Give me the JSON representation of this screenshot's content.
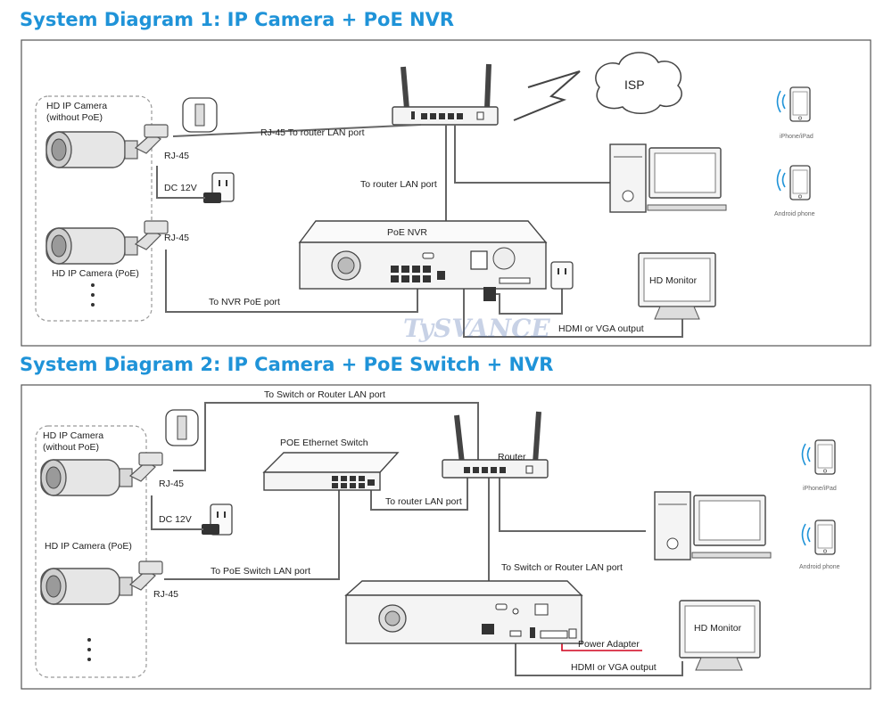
{
  "titles": {
    "d1": "System Diagram 1: IP Camera + PoE NVR",
    "d2": "System Diagram 2: IP Camera + PoE Switch + NVR"
  },
  "d1": {
    "cam_no_poe": [
      "HD IP Camera",
      "(without PoE)"
    ],
    "rj45_a": "RJ-45",
    "rj45_b": "RJ-45",
    "dc": "DC 12V",
    "cam_poe": "HD IP Camera (PoE)",
    "to_router": "RJ-45 To router LAN port",
    "isp": "ISP",
    "router_lan": "To router LAN port",
    "nvr": "PoE NVR",
    "nvr_poe": "To NVR PoE port",
    "monitor": "HD Monitor",
    "hdmi": "HDMI or VGA output",
    "iphone": "iPhone/iPad",
    "android": "Android phone",
    "watermark": "TySVANCE"
  },
  "d2": {
    "cam_no_poe": [
      "HD IP Camera",
      "(without PoE)"
    ],
    "rj45_a": "RJ-45",
    "rj45_b": "RJ-45",
    "dc": "DC 12V",
    "cam_poe": "HD IP Camera (PoE)",
    "to_switch_top": "To Switch or Router LAN port",
    "switch": "POE Ethernet Switch",
    "router": "Router",
    "switch_to_router": "To router LAN port",
    "to_poe_switch": "To PoE Switch LAN port",
    "to_switch_mid": "To Switch or Router LAN port",
    "power": "Power Adapter",
    "monitor": "HD Monitor",
    "hdmi": "HDMI or VGA output",
    "iphone": "iPhone/iPad",
    "android": "Android phone"
  }
}
